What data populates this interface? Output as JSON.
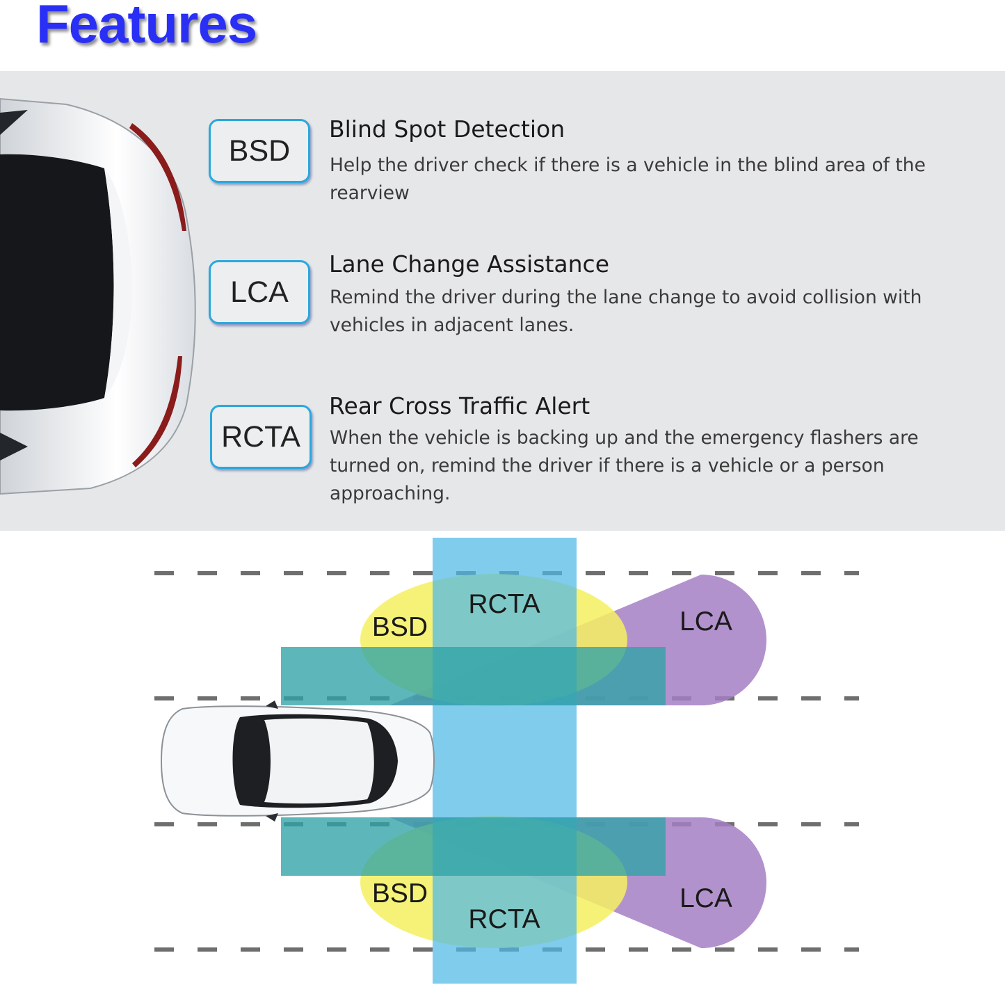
{
  "title": "Features",
  "features": [
    {
      "badge": "BSD",
      "title": "Blind Spot Detection",
      "description": "Help the driver check if there is a vehicle in the blind area of the rearview"
    },
    {
      "badge": "LCA",
      "title": "Lane Change Assistance",
      "description": "Remind the driver during the lane change to avoid collision with vehicles in adjacent lanes."
    },
    {
      "badge": "RCTA",
      "title": "Rear Cross Traffic Alert",
      "description": "When the vehicle is backing up and the emergency flashers are turned on, remind the driver if there is a vehicle or a person approaching."
    }
  ],
  "diagram": {
    "labels": {
      "rcta_top": "RCTA",
      "bsd_top": "BSD",
      "lca_top": "LCA",
      "bsd_bottom": "BSD",
      "rcta_bottom": "RCTA",
      "lca_bottom": "LCA"
    },
    "colors": {
      "rcta_zone": "#4fb8e6",
      "bsd_zone": "#f5f060",
      "lca_zone": "#a47fc4",
      "lane_zone": "#2fa3a6",
      "lane_marking": "#6e6e6e"
    }
  }
}
